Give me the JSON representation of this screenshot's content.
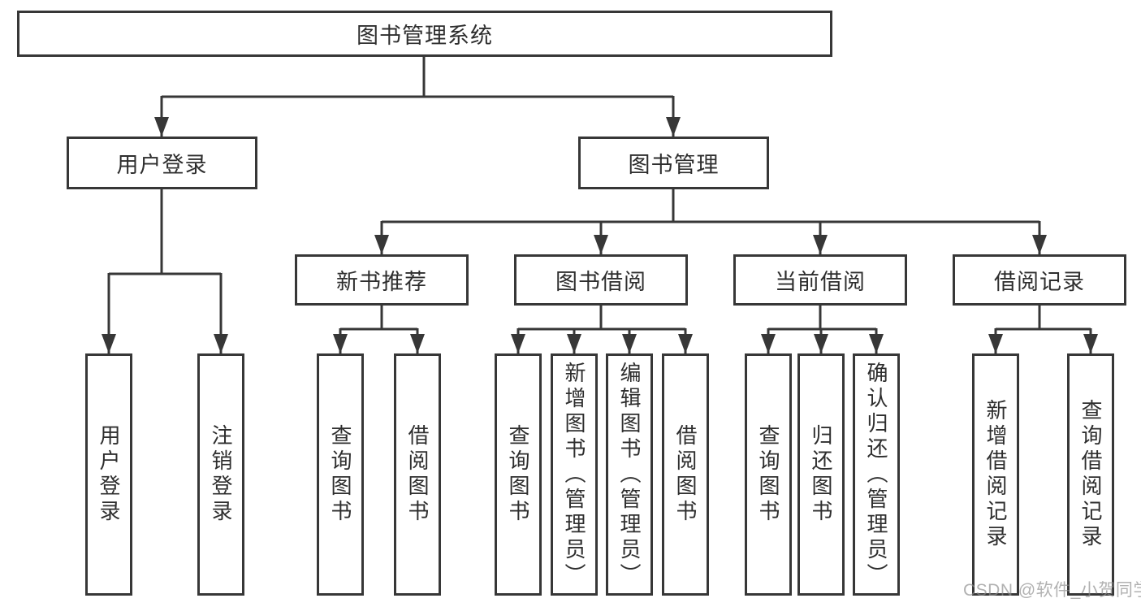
{
  "diagram": {
    "root": {
      "label": "图书管理系统",
      "children": [
        {
          "label": "用户登录",
          "children": [
            {
              "label": "用户登录"
            },
            {
              "label": "注销登录"
            }
          ]
        },
        {
          "label": "图书管理",
          "children": [
            {
              "label": "新书推荐",
              "children": [
                {
                  "label": "查询图书"
                },
                {
                  "label": "借阅图书"
                }
              ]
            },
            {
              "label": "图书借阅",
              "children": [
                {
                  "label": "查询图书"
                },
                {
                  "label": "新增图书（管理员）"
                },
                {
                  "label": "编辑图书（管理员）"
                },
                {
                  "label": "借阅图书"
                }
              ]
            },
            {
              "label": "当前借阅",
              "children": [
                {
                  "label": "查询图书"
                },
                {
                  "label": "归还图书"
                },
                {
                  "label": "确认归还（管理员）"
                }
              ]
            },
            {
              "label": "借阅记录",
              "children": [
                {
                  "label": "新增借阅记录"
                },
                {
                  "label": "查询借阅记录"
                }
              ]
            }
          ]
        }
      ]
    },
    "line_color": "#373737",
    "text_color": "#2e2e2e"
  },
  "watermark": {
    "label": "CSDN @软件_小贺同学"
  }
}
